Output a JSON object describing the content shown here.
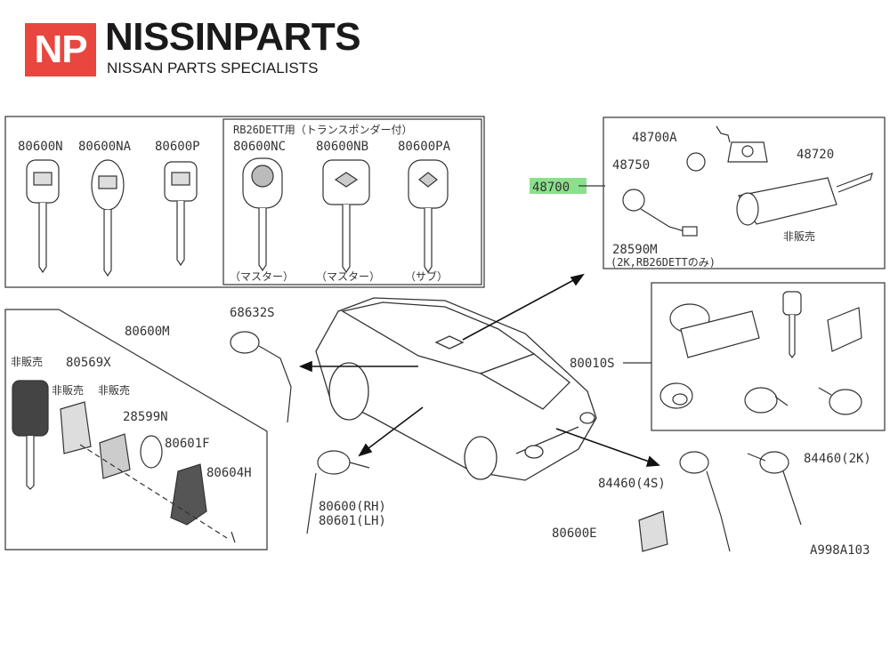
{
  "logo": {
    "mark": "NP",
    "name": "NISSINPARTS",
    "tagline": "NISSAN PARTS SPECIALISTS"
  },
  "diagram_code": "A998A103",
  "highlight_color": "#8be08b",
  "brand_color": "#e8463f",
  "keys_panel": {
    "keys": [
      "80600N",
      "80600NA",
      "80600P"
    ],
    "rb26_title": "RB26DETT用（トランスポンダー付）",
    "rb26_keys": [
      "80600NC",
      "80600NB",
      "80600PA"
    ],
    "rb26_notes": [
      "（マスター）",
      "（マスター）",
      "（サブ）"
    ]
  },
  "ignition_panel": {
    "parts": [
      "48700A",
      "48720",
      "48750",
      "28590M"
    ],
    "note_28590M": "(2K,RB26DETTのみ)",
    "not_sold": "非販売"
  },
  "highlighted_part": "48700",
  "cylinder_set_panel": {
    "part": "80010S"
  },
  "remote_panel": {
    "parts": [
      "80600M",
      "80569X",
      "28599N",
      "80601F",
      "80604H"
    ],
    "not_sold": [
      "非販売",
      "非販売",
      "非販売"
    ]
  },
  "car_parts": {
    "glove_lock": "68632S",
    "door_lock_rh": "80600(RH)",
    "door_lock_lh": "80601(LH)",
    "trunk_4s": "84460(4S)",
    "trunk_2k": "84460(2K)",
    "retainer": "80600E"
  }
}
